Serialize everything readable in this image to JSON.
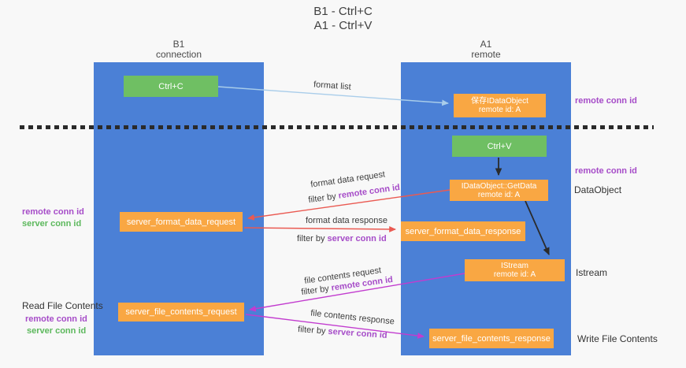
{
  "title": {
    "line1": "B1 - Ctrl+C",
    "line2": "A1 - Ctrl+V"
  },
  "lanes": {
    "b1": {
      "name": "B1",
      "subtitle": "connection"
    },
    "a1": {
      "name": "A1",
      "subtitle": "remote"
    }
  },
  "nodes": {
    "ctrl_c": {
      "label": "Ctrl+C"
    },
    "ctrl_v": {
      "label": "Ctrl+V"
    },
    "save_dataobject": {
      "line1": "保存IDataObject",
      "line2": "remote id: A"
    },
    "getdata": {
      "line1": "IDataObject::GetData",
      "line2": "remote id: A"
    },
    "istream": {
      "line1": "IStream",
      "line2": "remote id: A"
    },
    "format_request": {
      "label": "server_format_data_request"
    },
    "format_response": {
      "label": "server_format_data_response"
    },
    "file_request": {
      "label": "server_file_contents_request"
    },
    "file_response": {
      "label": "server_file_contents_response"
    }
  },
  "edges": {
    "format_list": {
      "label": "format list"
    },
    "format_data_request": {
      "label": "format data request",
      "filter_prefix": "filter by",
      "filter_id": "remote conn id"
    },
    "format_data_response": {
      "label": "format data response",
      "filter_prefix": "filter by",
      "filter_id": "server conn id"
    },
    "file_contents_request": {
      "label": "file contents request",
      "filter_prefix": "filter by",
      "filter_id": "remote conn id"
    },
    "file_contents_response": {
      "label": "file contents response",
      "filter_prefix": "filter by",
      "filter_id": "server conn id"
    }
  },
  "side_labels": {
    "right_remote_conn_top": "remote conn id",
    "right_remote_conn_mid": "remote conn id",
    "dataobject": "DataObject",
    "istream": "Istream",
    "write_file_contents": "Write File Contents",
    "left_remote_conn_top": "remote conn id",
    "left_server_conn_top": "server conn id",
    "read_file_contents": "Read File Contents",
    "left_remote_conn_bottom": "remote conn id",
    "left_server_conn_bottom": "server conn id"
  },
  "colors": {
    "lane_blue": "#4b80d6",
    "box_orange": "#f9a743",
    "box_green": "#6fbf63",
    "arrow_red": "#ea5a52",
    "arrow_magenta": "#c23ccf",
    "arrow_blue": "#a9cdea",
    "arrow_black": "#2b2b2b",
    "label_purple": "#a64cc8",
    "label_green": "#5cb85c"
  }
}
